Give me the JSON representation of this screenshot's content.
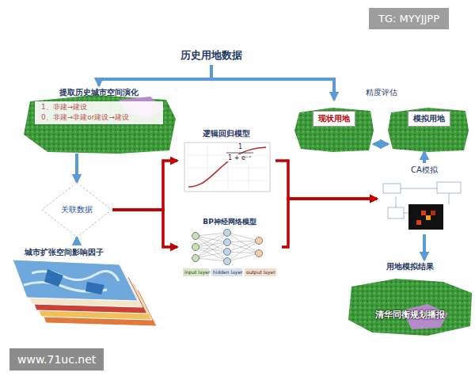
{
  "diagram": {
    "nodes": [
      {
        "text": [
          "历史用地数据"
        ]
      },
      {
        "text": [
          "提取历史城市空间演化",
          "1、非建→建设",
          "0、非建→非建or建设→建设"
        ]
      },
      {
        "text": [
          "关联数据"
        ]
      },
      {
        "text": [
          "城市扩张空间影响因子"
        ]
      },
      {
        "text": [
          "逻辑回归模型"
        ]
      },
      {
        "text": [
          "BP神经网络模型"
        ]
      },
      {
        "text": [
          "现状用地"
        ]
      },
      {
        "text": [
          "模拟用地"
        ]
      },
      {
        "text": [
          "CA模拟"
        ]
      },
      {
        "text": [
          "用地模拟结果"
        ]
      }
    ],
    "edges": [
      {
        "from": 0,
        "to": 1,
        "arrow": "to"
      },
      {
        "from": 0,
        "to": 6,
        "arrow": "to"
      },
      {
        "from": 1,
        "to": 2,
        "arrow": "to"
      },
      {
        "from": 3,
        "to": 2,
        "arrow": "to"
      },
      {
        "from": 2,
        "to": 4,
        "arrow": "to"
      },
      {
        "from": 2,
        "to": 5,
        "arrow": "to"
      },
      {
        "from": 4,
        "to": 8,
        "arrow": "to"
      },
      {
        "from": 5,
        "to": 8,
        "arrow": "to"
      },
      {
        "from": 6,
        "to": 7,
        "arrow": "both"
      },
      {
        "from": 8,
        "to": 7,
        "arrow": "to"
      },
      {
        "from": 8,
        "to": 9,
        "arrow": "to"
      }
    ],
    "labels": [
      "精度评估",
      "1",
      "1 + e⁻ˣ",
      "input layer",
      "hidden layer",
      "output layer",
      "TG: MYYJJPP",
      "www.71uc.net",
      "清华同衡规划播报"
    ]
  }
}
